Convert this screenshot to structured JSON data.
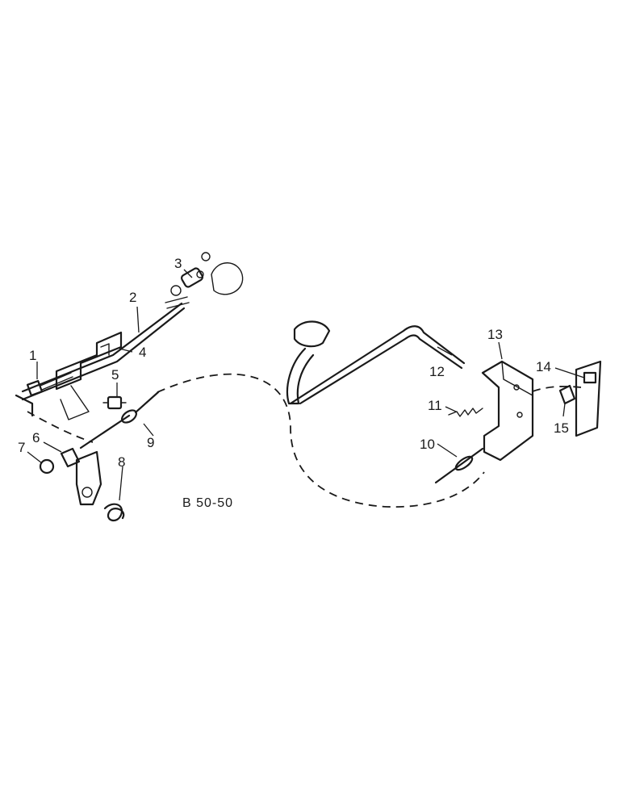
{
  "diagram": {
    "reference_code": "B 50-50",
    "callouts": [
      "1",
      "2",
      "3",
      "4",
      "5",
      "6",
      "7",
      "8",
      "9",
      "10",
      "11",
      "12",
      "13",
      "14",
      "15"
    ]
  }
}
